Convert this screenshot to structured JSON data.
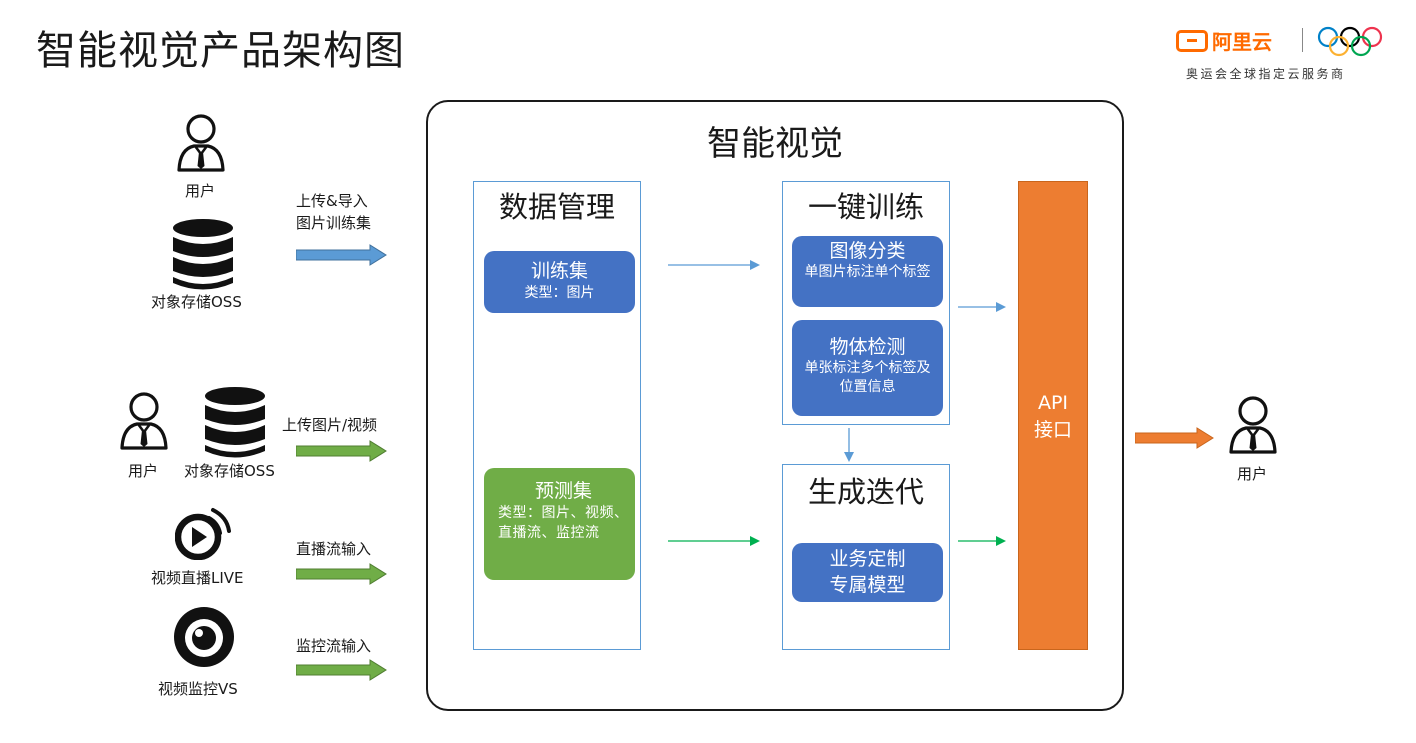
{
  "title": "智能视觉产品架构图",
  "brand": {
    "name": "阿里云",
    "slogan": "奥运会全球指定云服务商",
    "colors": {
      "brand": "#ff6a00"
    }
  },
  "main": {
    "title": "智能视觉",
    "data_management": {
      "title": "数据管理",
      "training_set": {
        "title": "训练集",
        "desc": "类型：图片"
      },
      "prediction_set": {
        "title": "预测集",
        "desc": "类型：图片、视频、直播流、监控流"
      }
    },
    "one_click_training": {
      "title": "一键训练",
      "image_classification": {
        "title": "图像分类",
        "desc": "单图片标注单个标签"
      },
      "object_detection": {
        "title": "物体检测",
        "desc": "单张标注多个标签及位置信息"
      }
    },
    "iteration": {
      "title": "生成迭代",
      "custom_model": {
        "line1": "业务定制",
        "line2": "专属模型"
      }
    },
    "api": {
      "line1": "API",
      "line2": "接口"
    }
  },
  "inputs": {
    "training": {
      "user_label": "用户",
      "storage_label": "对象存储OSS",
      "arrow_line1": "上传&导入",
      "arrow_line2": "图片训练集"
    },
    "prediction_upload": {
      "user_label": "用户",
      "storage_label": "对象存储OSS",
      "arrow_label": "上传图片/视频"
    },
    "live": {
      "label": "视频直播LIVE",
      "arrow_label": "直播流输入"
    },
    "monitor": {
      "label": "视频监控VS",
      "arrow_label": "监控流输入"
    }
  },
  "output": {
    "user_label": "用户"
  },
  "colors": {
    "blue_arrow": "#5b9bd5",
    "green_arrow": "#70ad47",
    "orange_arrow": "#ed7d31",
    "blue_pill": "#4472c4",
    "green_pill": "#70ad47",
    "api_bar": "#ed7d31"
  }
}
